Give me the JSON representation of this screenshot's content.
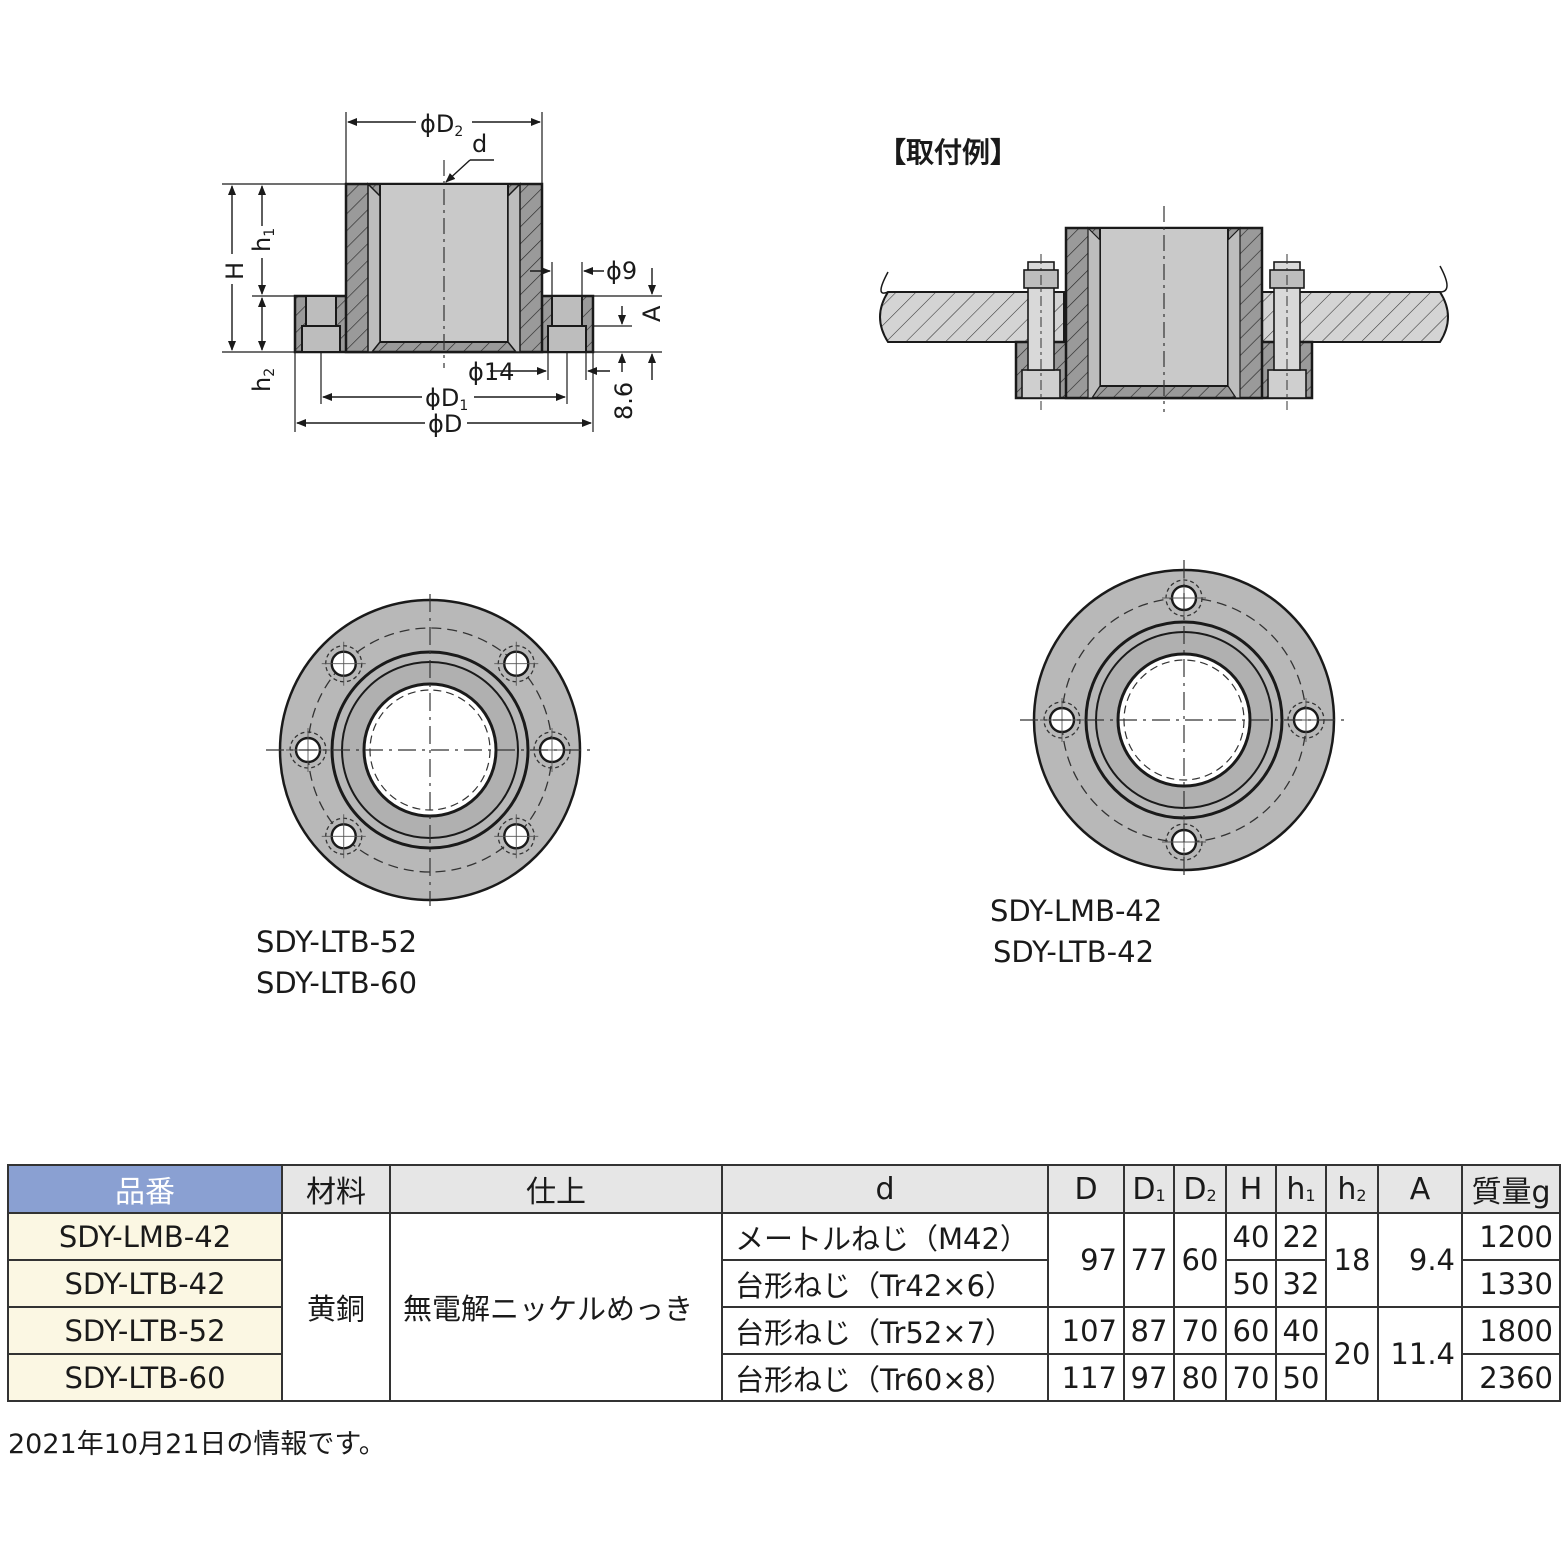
{
  "drawing": {
    "labels": {
      "phiD2": "ϕD",
      "phiD2_sub": "2",
      "d": "d",
      "H": "H",
      "h1": "h",
      "h1_sub": "1",
      "h2": "h",
      "h2_sub": "2",
      "phi9": "ϕ9",
      "A": "A",
      "phi14": "ϕ14",
      "phiD1": "ϕD",
      "phiD1_sub": "1",
      "phiD": "ϕD",
      "dim86": "8.6"
    },
    "mounting_title": "【取付例】",
    "caption_left": [
      "SDY-LTB-52",
      "SDY-LTB-60"
    ],
    "caption_right": [
      "SDY-LMB-42",
      "SDY-LTB-42"
    ]
  },
  "table": {
    "headers": {
      "part": "品番",
      "material": "材料",
      "finish": "仕上",
      "d": "d",
      "D": "D",
      "D1": "D",
      "D1_sub": "1",
      "D2": "D",
      "D2_sub": "2",
      "H": "H",
      "h1": "h",
      "h1_sub": "1",
      "h2": "h",
      "h2_sub": "2",
      "A": "A",
      "mass": "質量g"
    },
    "rows": [
      {
        "part": "SDY-LMB-42",
        "d": "メートルねじ（M42）",
        "H": "40",
        "h1": "22",
        "mass": "1200"
      },
      {
        "part": "SDY-LTB-42",
        "d": "台形ねじ（Tr42×6）",
        "H": "50",
        "h1": "32",
        "mass": "1330"
      },
      {
        "part": "SDY-LTB-52",
        "d": "台形ねじ（Tr52×7）",
        "D": "107",
        "D1": "87",
        "D2": "70",
        "H": "60",
        "h1": "40",
        "mass": "1800"
      },
      {
        "part": "SDY-LTB-60",
        "d": "台形ねじ（Tr60×8）",
        "D": "117",
        "D1": "97",
        "D2": "80",
        "H": "70",
        "h1": "50",
        "mass": "2360"
      }
    ],
    "material": "黄銅",
    "finish": "無電解ニッケルめっき",
    "group1": {
      "D": "97",
      "D1": "77",
      "D2": "60",
      "h2": "18",
      "A": "9.4"
    },
    "group2": {
      "h2": "20",
      "A": "11.4"
    }
  },
  "note": "2021年10月21日の情報です。"
}
